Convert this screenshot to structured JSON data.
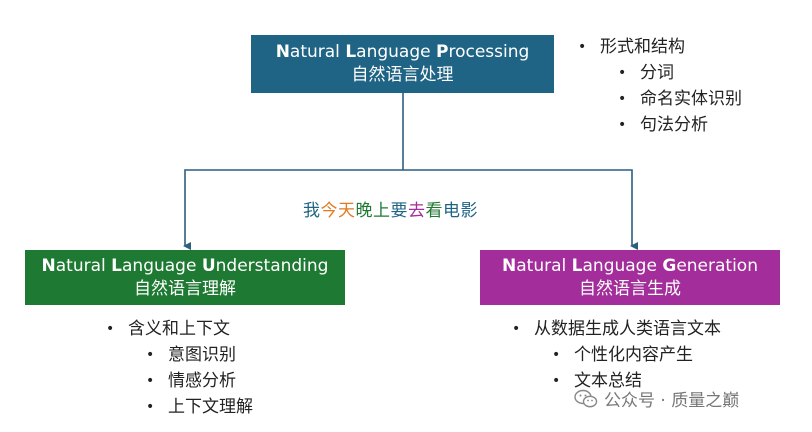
{
  "nodes": {
    "nlp": {
      "en_parts": [
        [
          "N",
          "atural "
        ],
        [
          "L",
          "anguage "
        ],
        [
          "P",
          "rocessing"
        ]
      ],
      "zh": "自然语言处理",
      "color": "#1f6485"
    },
    "nlu": {
      "en_parts": [
        [
          "N",
          "atural "
        ],
        [
          "L",
          "anguage "
        ],
        [
          "U",
          "nderstanding"
        ]
      ],
      "zh": "自然语言理解",
      "color": "#1e7a32"
    },
    "nlg": {
      "en_parts": [
        [
          "N",
          "atural "
        ],
        [
          "L",
          "anguage "
        ],
        [
          "G",
          "eneration"
        ]
      ],
      "zh": "自然语言生成",
      "color": "#a32d9a"
    }
  },
  "nlp_list": [
    {
      "text": "形式和结构",
      "level": 1
    },
    {
      "text": "分词",
      "level": 2
    },
    {
      "text": "命名实体识别",
      "level": 2
    },
    {
      "text": "句法分析",
      "level": 2
    }
  ],
  "nlu_list": [
    {
      "text": "含义和上下文",
      "level": 1
    },
    {
      "text": "意图识别",
      "level": 2
    },
    {
      "text": "情感分析",
      "level": 2
    },
    {
      "text": "上下文理解",
      "level": 2
    }
  ],
  "nlg_list": [
    {
      "text": "从数据生成人类语言文本",
      "level": 1
    },
    {
      "text": "个性化内容产生",
      "level": 2
    },
    {
      "text": "文本总结",
      "level": 2
    }
  ],
  "sentence_segments": [
    {
      "text": "我",
      "color": "#1f6485"
    },
    {
      "text": "今天",
      "color": "#e07b22"
    },
    {
      "text": "晚上",
      "color": "#1e7a32"
    },
    {
      "text": "要",
      "color": "#1f6485"
    },
    {
      "text": "去",
      "color": "#a32d9a"
    },
    {
      "text": "看",
      "color": "#1e7a32"
    },
    {
      "text": "电影",
      "color": "#1f6485"
    }
  ],
  "watermark": {
    "icon": "wechat-icon",
    "text": "公众号 · 质量之巅"
  },
  "line_color": "#2a5f80"
}
